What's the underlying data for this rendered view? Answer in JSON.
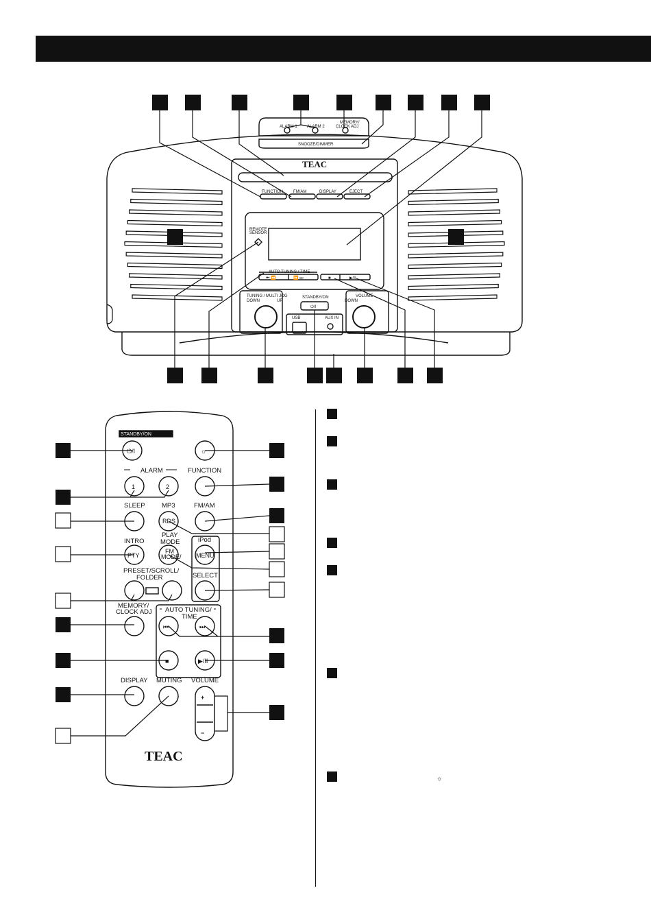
{
  "unit": {
    "brand": "TEAC",
    "buttons": {
      "alarm1": "ALARM 1",
      "alarm2": "ALARM 2",
      "memory": "MEMORY/",
      "clock_adj": "CLOCK ADJ",
      "snooze": "SNOOZE/DIMMER",
      "function": "FUNCTION",
      "fm_am": "FM/AM",
      "display": "DISPLAY",
      "eject": "EJECT",
      "remote_sensor_1": "REMOTE",
      "remote_sensor_2": "SENSOR",
      "auto_tuning": "AUTO TUNING / TIME",
      "skip_prev": "⏮ ⏪",
      "skip_next": "⏩ ⏭",
      "stop": "■",
      "play_pause": "▶/II",
      "tuning_knob": "TUNING / MULTI JOG",
      "down": "DOWN",
      "up": "UP",
      "standby": "STANDBY/ON",
      "standby_symbol": "⏻/I",
      "usb": "USB",
      "aux_in": "AUX IN",
      "volume": "VOLUME"
    }
  },
  "remote": {
    "brand": "TEAC",
    "standby_label": "STANDBY/ON",
    "standby_symbol": "⏻/I",
    "dimmer_symbol": "☼",
    "alarm_label": "ALARM",
    "alarm1": "1",
    "alarm2": "2",
    "function": "FUNCTION",
    "sleep": "SLEEP",
    "mp3": "MP3",
    "rds": "RDS",
    "fm_am": "FM/AM",
    "play_mode_1": "PLAY",
    "play_mode_2": "MODE",
    "ipod": "iPod",
    "intro": "INTRO",
    "pty": "PTY",
    "fm_mode_1": "FM",
    "fm_mode_2": "MODE/",
    "menu": "MENU",
    "preset_1": "PRESET/SCROLL/",
    "preset_2": "FOLDER",
    "select": "SELECT",
    "memory_1": "MEMORY/",
    "memory_2": "CLOCK ADJ",
    "auto_tuning_1": "AUTO TUNING/",
    "auto_tuning_2": "TIME",
    "skip_prev": "⏮",
    "skip_next": "⏭",
    "stop": "■",
    "play_pause": "▶/II",
    "display": "DISPLAY",
    "muting": "MUTING",
    "volume": "VOLUME",
    "vol_up": "+",
    "vol_down": "−"
  },
  "descriptions": {
    "dimmer_icon": "☼"
  }
}
